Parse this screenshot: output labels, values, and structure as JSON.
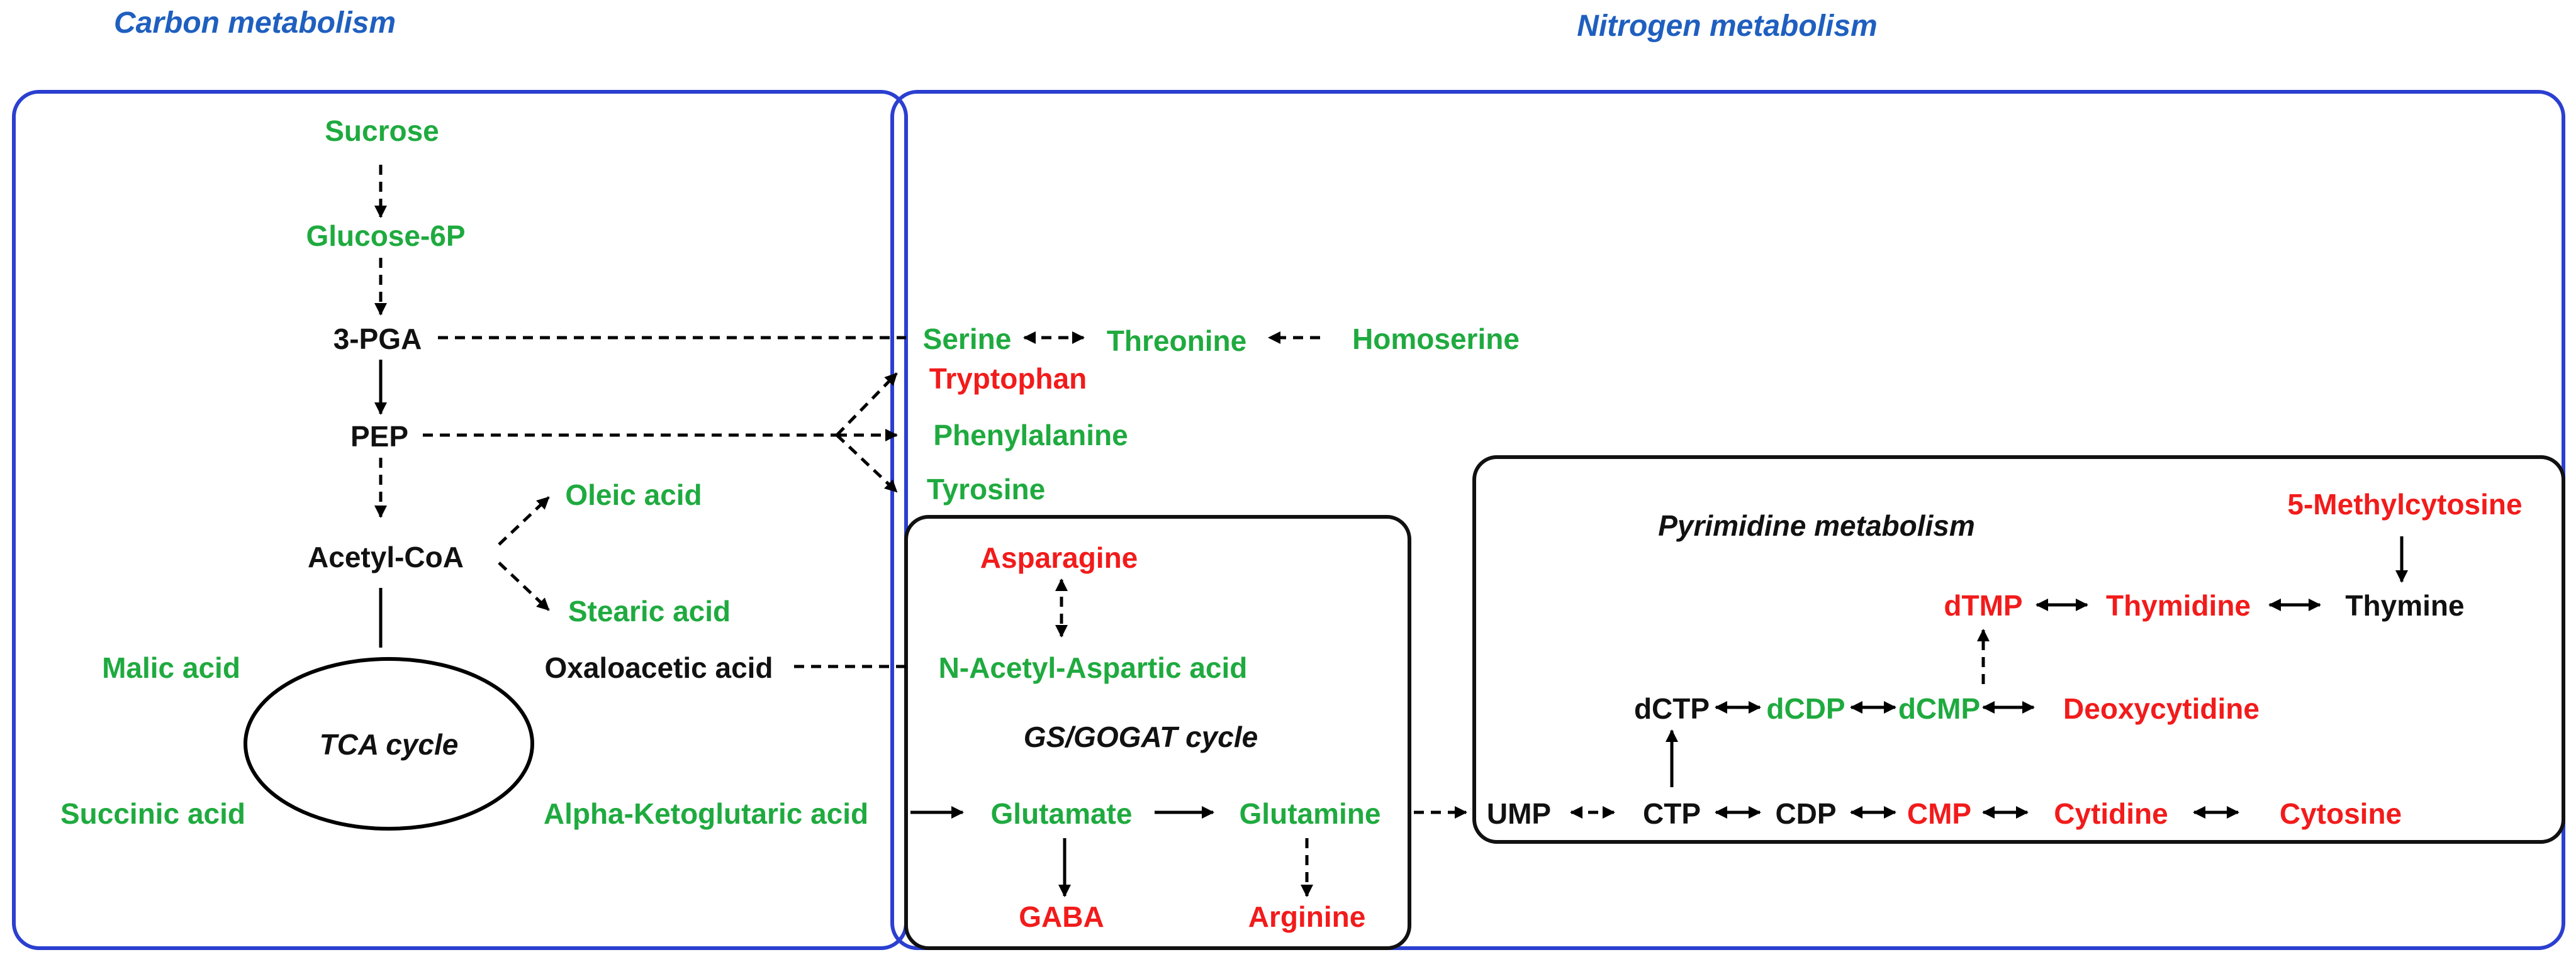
{
  "titles": {
    "carbon": "Carbon metabolism",
    "nitrogen": "Nitrogen metabolism"
  },
  "labels": {
    "sucrose": "Sucrose",
    "glucose6p": "Glucose-6P",
    "pga": "3-PGA",
    "pep": "PEP",
    "acetylcoa": "Acetyl-CoA",
    "oleic": "Oleic acid",
    "stearic": "Stearic acid",
    "malic": "Malic acid",
    "tca": "TCA cycle",
    "succinic": "Succinic acid",
    "oxaloacetic": "Oxaloacetic acid",
    "akg": "Alpha-Ketoglutaric acid",
    "serine": "Serine",
    "threonine": "Threonine",
    "homoserine": "Homoserine",
    "tryptophan": "Tryptophan",
    "phenylalanine": "Phenylalanine",
    "tyrosine": "Tyrosine",
    "asparagine": "Asparagine",
    "naa": "N-Acetyl-Aspartic acid",
    "gsgogat": "GS/GOGAT cycle",
    "glutamate": "Glutamate",
    "glutamine": "Glutamine",
    "gaba": "GABA",
    "arginine": "Arginine",
    "pyrimidine": "Pyrimidine metabolism",
    "methylcytosine": "5-Methylcytosine",
    "dtmp": "dTMP",
    "thymidine": "Thymidine",
    "thymine": "Thymine",
    "dctp": "dCTP",
    "dcdp": "dCDP",
    "dcmp": "dCMP",
    "deoxycytidine": "Deoxycytidine",
    "ump": "UMP",
    "ctp": "CTP",
    "cdp": "CDP",
    "cmp": "CMP",
    "cytidine": "Cytidine",
    "cytosine": "Cytosine"
  },
  "colors": {
    "decreased_green": "#1faa3f",
    "increased_red": "#f21b1b",
    "unchanged_black": "#111111",
    "title_blue": "#1f5fbf",
    "box_blue": "#2b3fd0"
  }
}
